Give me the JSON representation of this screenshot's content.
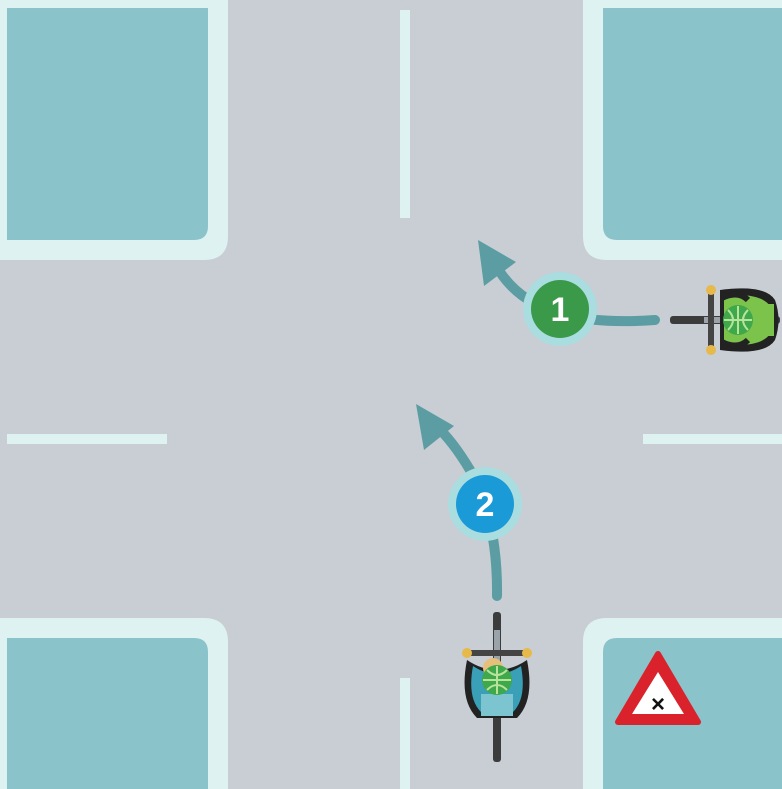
{
  "scene": {
    "description_type": "road-intersection",
    "road_color": "#c8ced3",
    "curb_color": "#dff2f2",
    "block_color": "#8ac3c9",
    "lane_marking_color": "#dff2f2",
    "arrow_color": "#5b9da3"
  },
  "markers": [
    {
      "label": "1",
      "color": "#3a9a4a",
      "ring": "#a9dde0"
    },
    {
      "label": "2",
      "color": "#1a9ad6",
      "ring": "#a9dde0"
    }
  ],
  "cyclists": [
    {
      "name": "cyclist-from-east",
      "helmet": "green-helmet",
      "clothing": "#7cc34c"
    },
    {
      "name": "cyclist-from-south",
      "helmet": "green-helmet",
      "clothing": "#3aa0b8"
    }
  ],
  "sign": {
    "icon": "crossroads-warning-sign",
    "border_color": "#d9222b",
    "symbol": "×"
  }
}
